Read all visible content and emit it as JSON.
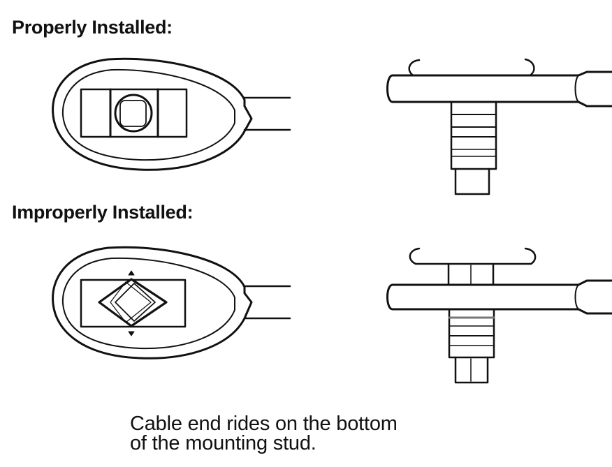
{
  "diagram": {
    "sections": [
      {
        "label": "Properly Installed:",
        "top_view": "cable end eyelet seated squarely on mounting stud (square stud inside round hole)",
        "side_view": "cable end flush on stud; threaded portion below"
      },
      {
        "label": "Improperly Installed:",
        "top_view": "stud rotated 45° (diamond) relative to cable end slot, arrows indicating misalignment",
        "side_view": "cable end raised above stud base, riding on bottom of mounting stud"
      }
    ],
    "caption": {
      "line1": "Cable end rides on the bottom",
      "line2": "of the mounting stud."
    },
    "colors": {
      "line": "#111111",
      "background": "#ffffff"
    }
  }
}
